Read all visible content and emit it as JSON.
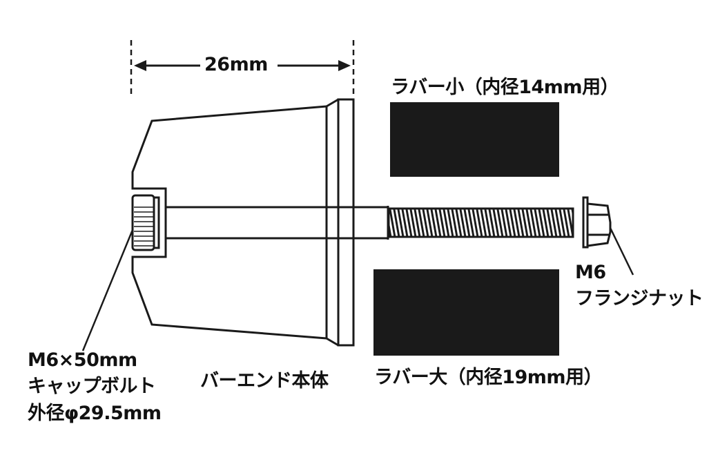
{
  "dimension": {
    "label": "26mm"
  },
  "labels": {
    "rubber_small": "ラバー小（内径14mm用）",
    "rubber_large": "ラバー大（内径19mm用）",
    "body": "バーエンド本体",
    "nut_line1": "M6",
    "nut_line2": "フランジナット",
    "bolt_line1": "M6×50mm",
    "bolt_line2": "キャップボルト",
    "bolt_line3": "外径φ29.5mm"
  },
  "colors": {
    "ink": "#1a1a1a",
    "rubber": "#1a1a1a"
  }
}
